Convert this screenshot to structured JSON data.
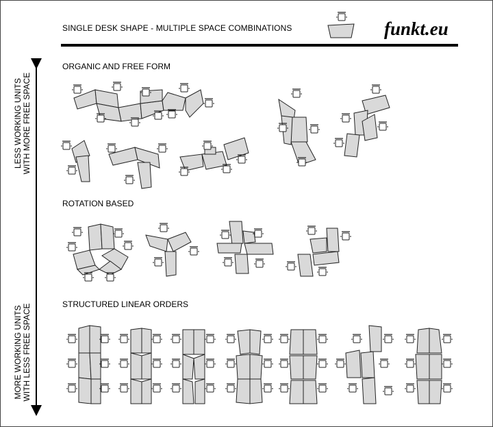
{
  "header": {
    "title": "SINGLE DESK SHAPE - MULTIPLE SPACE COMBINATIONS",
    "brand": "funkt.eu"
  },
  "axis": {
    "top_label_line1": "LESS WORKING UNITS",
    "top_label_line2": "WITH MORE FREE SPACE",
    "bottom_label_line1": "MORE WORKING UNITS",
    "bottom_label_line2": "WITH LESS FREE SPACE"
  },
  "sections": {
    "organic": "ORGANIC AND FREE FORM",
    "rotation": "ROTATION BASED",
    "linear": "STRUCTURED LINEAR ORDERS"
  }
}
